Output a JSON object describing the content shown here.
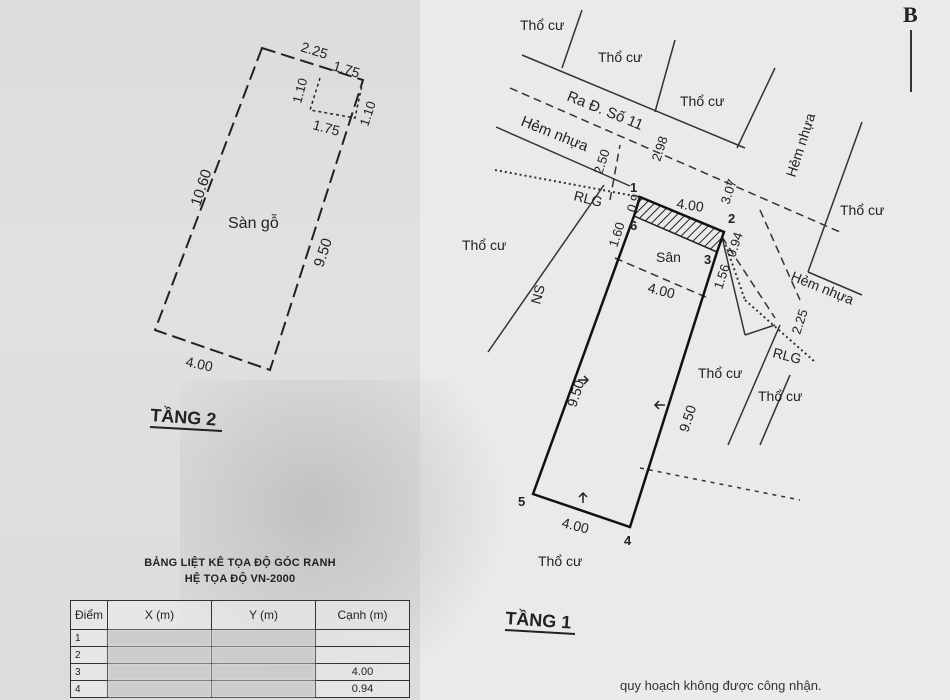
{
  "corner_letter": "B",
  "tang2": {
    "title": "TẦNG 2",
    "room_label": "Sàn gỗ",
    "dims": {
      "top_left": "2.25",
      "top_right": "1.75",
      "notch_vertical_left": "1.10",
      "notch_vertical_right": "1.10",
      "notch_bottom": "1.75",
      "left_side": "10.60",
      "right_side": "9.50",
      "bottom": "4.00"
    }
  },
  "tang1": {
    "title": "TẦNG 1",
    "labels": {
      "tho_cu": "Thổ cư",
      "road": "Ra Đ. Số 11",
      "hem_nhua": "Hẻm nhựa",
      "rlg": "RLG",
      "san": "Sân",
      "ns": "NS"
    },
    "dims": {
      "d_250": "2.50",
      "d_298": "2.98",
      "d_307": "3.07",
      "d_09": "0.9",
      "d_400_top": "4.00",
      "d_160": "1.60",
      "d_094": "0.94",
      "d_156": "1.56",
      "d_400_mid": "4.00",
      "d_950_left": "9.50",
      "d_950_right": "9.50",
      "d_400_bottom": "4.00",
      "d_225": "2.25"
    },
    "points": [
      "1",
      "2",
      "3",
      "4",
      "5",
      "6"
    ]
  },
  "coord_table": {
    "title_line1": "BẢNG LIỆT KÊ TỌA ĐỘ GÓC RANH",
    "title_line2": "HỆ TỌA ĐỘ VN-2000",
    "headers": {
      "point": "Điểm",
      "x": "X (m)",
      "y": "Y (m)",
      "edge": "Cạnh (m)"
    },
    "rows": [
      {
        "point": "1",
        "edge": ""
      },
      {
        "point": "2",
        "edge": ""
      },
      {
        "point": "3",
        "edge": "4.00"
      },
      {
        "point": "4",
        "edge": "0.94"
      }
    ]
  },
  "footer_note": "quy hoạch không được công nhận."
}
